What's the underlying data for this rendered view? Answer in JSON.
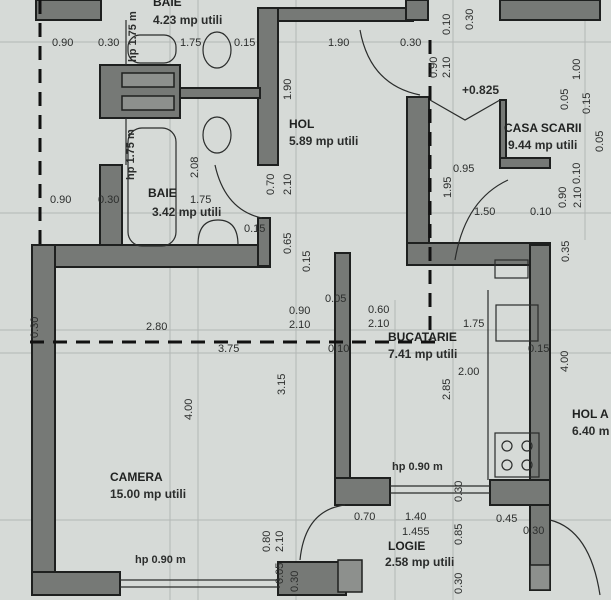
{
  "rooms": {
    "baie1": {
      "name": "BAIE",
      "area": "4.23 mp utili"
    },
    "baie2": {
      "name": "BAIE",
      "area": "3.42 mp utili"
    },
    "hol": {
      "name": "HOL",
      "area": "5.89 mp utili"
    },
    "casa_scarii": {
      "name": "CASA SCARII",
      "area": "9.44 mp utili"
    },
    "bucatarie": {
      "name": "BUCATARIE",
      "area": "7.41 mp utili"
    },
    "camera": {
      "name": "CAMERA",
      "area": "15.00 mp utili"
    },
    "logie": {
      "name": "LOGIE",
      "area": "2.58 mp utili"
    },
    "hol_a": {
      "name": "HOL A",
      "area": "6.40 m"
    }
  },
  "level": "+0.825",
  "window_heights": {
    "hp1": "hp 1.75 m",
    "hp2": "hp 1.75 m",
    "hp_kitchen": "hp 0.90 m",
    "hp_camera": "hp 0.90 m"
  },
  "dims": [
    "0.90",
    "0.30",
    "1.75",
    "0.15",
    "1.90",
    "0.30",
    "0.10",
    "2.10",
    "0.90",
    "1.00",
    "0.05",
    "0.05",
    "0.15",
    "0.10",
    "0.95",
    "1.50",
    "0.10",
    "0.90",
    "2.10",
    "1.95",
    "0.35",
    "0.90",
    "0.30",
    "1.75",
    "2.08",
    "0.15",
    "0.70",
    "2.10",
    "0.65",
    "0.15",
    "0.90",
    "2.10",
    "0.05",
    "0.60",
    "2.10",
    "0.30",
    "2.80",
    "3.75",
    "0.10",
    "1.75",
    "2.00",
    "0.15",
    "4.00",
    "3.15",
    "2.85",
    "4.00",
    "0.30",
    "0.70",
    "1.40",
    "1.455",
    "0.85",
    "0.45",
    "0.30",
    "0.80",
    "2.10",
    "0.05",
    "0.30",
    "0.30",
    "1.90",
    "0.30"
  ]
}
